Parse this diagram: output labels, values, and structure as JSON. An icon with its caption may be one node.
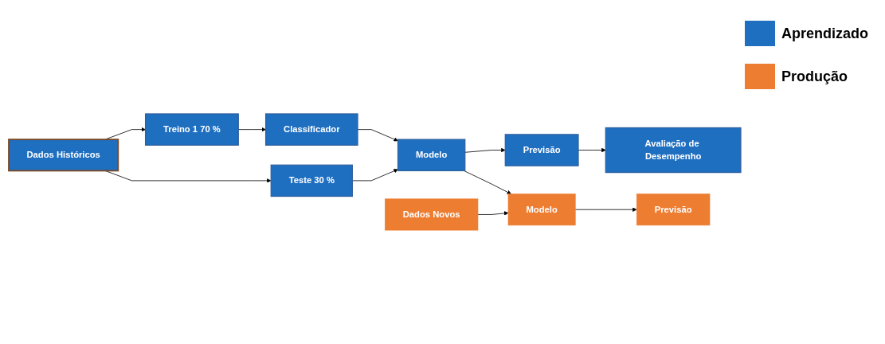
{
  "diagram": {
    "nodes": [
      {
        "text": [
          "Dados Históricos"
        ]
      },
      {
        "text": [
          "Treino 1 70 %"
        ]
      },
      {
        "text": [
          "Teste 30 %"
        ]
      },
      {
        "text": [
          "Classificador"
        ]
      },
      {
        "text": [
          "Modelo"
        ]
      },
      {
        "text": [
          "Previsão"
        ]
      },
      {
        "text": [
          "Avaliação de Desempenho"
        ]
      },
      {
        "text": [
          "Dados Novos"
        ]
      },
      {
        "text": [
          "Modelo"
        ]
      },
      {
        "text": [
          "Previsão"
        ]
      }
    ],
    "edges": [
      {
        "from": 0,
        "to": 1,
        "arrow": "to"
      },
      {
        "from": 0,
        "to": 2,
        "arrow": "to"
      },
      {
        "from": 1,
        "to": 3,
        "arrow": "to"
      },
      {
        "from": 3,
        "to": 4,
        "arrow": "to"
      },
      {
        "from": 2,
        "to": 4,
        "arrow": "to"
      },
      {
        "from": 4,
        "to": 5,
        "arrow": "to"
      },
      {
        "from": 5,
        "to": 6,
        "arrow": "to"
      },
      {
        "from": 4,
        "to": 8,
        "arrow": "to"
      },
      {
        "from": 7,
        "to": 8,
        "arrow": "to"
      },
      {
        "from": 8,
        "to": 9,
        "arrow": "to"
      }
    ],
    "legend": [
      {
        "text": "Aprendizado",
        "color": "#1f6fc1"
      },
      {
        "text": "Produção",
        "color": "#ed7d31"
      }
    ]
  }
}
